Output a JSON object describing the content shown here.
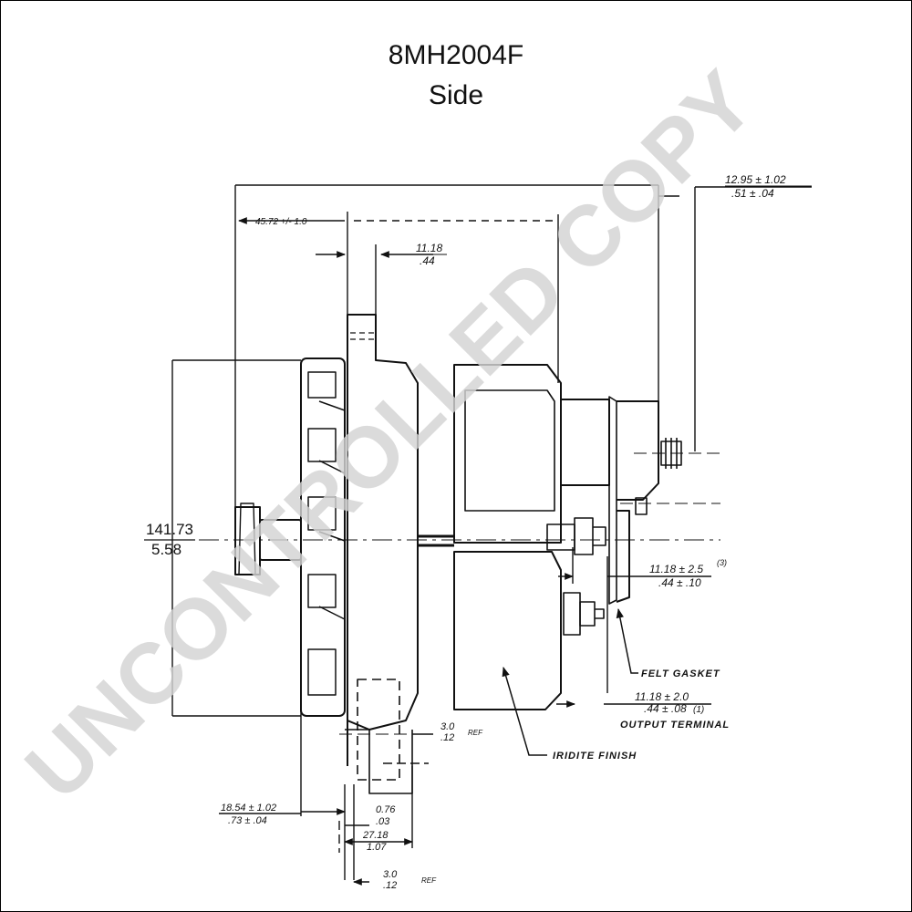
{
  "title": "8MH2004F",
  "subtitle": "Side",
  "watermark": "UNCONTROLLED COPY",
  "dimensions": {
    "top_right": {
      "mm": "12.95 ± 1.02",
      "in": ".51 ± .04"
    },
    "offset": "45.72 +/- 1.0",
    "flange": {
      "mm": "11.18",
      "in": ".44"
    },
    "diameter": {
      "mm": "141.73",
      "in": "5.58"
    },
    "right_mid": {
      "mm": "11.18 ± 2.5",
      "note": "(3)",
      "in": ".44 ± .10"
    },
    "output": {
      "mm": "11.18 ± 2.0",
      "in": ".44 ± .08",
      "note": "(1)"
    },
    "ref_upper": {
      "mm": "3.0",
      "in": ".12",
      "ref": "REF"
    },
    "bottom_left": {
      "mm": "18.54 ± 1.02",
      "in": ".73 ± .04"
    },
    "small": {
      "mm": "0.76",
      "in": ".03"
    },
    "width": {
      "mm": "27.18",
      "in": "1.07"
    },
    "ref_lower": {
      "mm": "3.0",
      "in": ".12",
      "ref": "REF"
    }
  },
  "labels": {
    "felt_gasket": "FELT GASKET",
    "output_terminal": "OUTPUT TERMINAL",
    "iridite_finish": "IRIDITE FINISH"
  }
}
